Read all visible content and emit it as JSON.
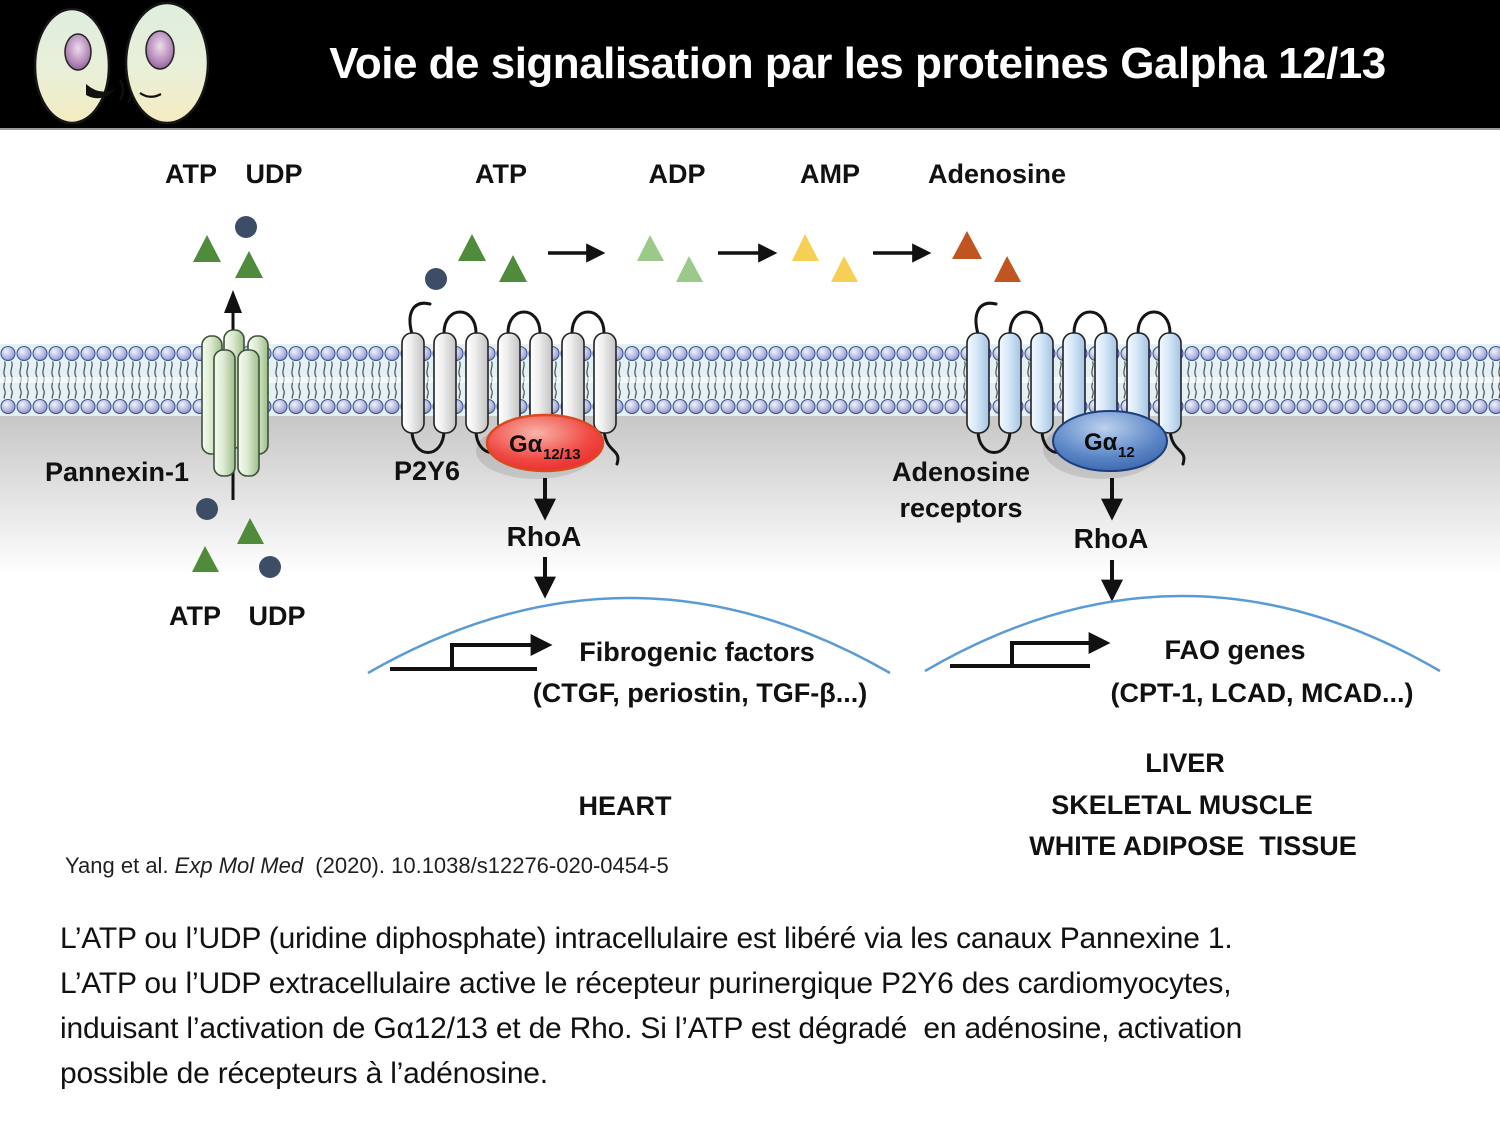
{
  "header": {
    "title": "Voie de signalisation par les proteines Galpha 12/13"
  },
  "diagram": {
    "labels": {
      "atp_top_left": "ATP",
      "udp_top_left": "UDP",
      "atp_top_mid": "ATP",
      "adp": "ADP",
      "amp": "AMP",
      "adenosine": "Adenosine",
      "pannexin": "Pannexin-1",
      "p2y6": "P2Y6",
      "adenosine_receptors_line1": "Adenosine",
      "adenosine_receptors_line2": "receptors",
      "galpha_left_main": "Gα",
      "galpha_left_sub": "12/13",
      "galpha_right_main": "Gα",
      "galpha_right_sub": "12",
      "rhoa_left": "RhoA",
      "rhoa_right": "RhoA",
      "fibrogenic_title": "Fibrogenic factors",
      "fibrogenic_genes": "(CTGF, periostin, TGF-β...)",
      "fao_title": "FAO genes",
      "fao_genes": "(CPT-1, LCAD, MCAD...)",
      "atp_bottom": "ATP",
      "udp_bottom": "UDP",
      "heart": "HEART",
      "liver": "LIVER",
      "skeletal_muscle": "SKELETAL MUSCLE",
      "white_adipose": "WHITE ADIPOSE  TISSUE"
    }
  },
  "colors": {
    "triangle_atp": "#4f8b3b",
    "triangle_adp": "#9cc98a",
    "triangle_amp": "#f6cf55",
    "triangle_adenosine": "#bf5622",
    "nucleotide_circle": "#3d4d66",
    "nucleus_arc": "#5b9bd5",
    "galpha_12_13_stroke": "#d94a1e",
    "galpha_12_stroke": "#1c3d7c",
    "header_bg": "#000000",
    "title_color": "#ffffff"
  },
  "citation": {
    "prefix": "Yang et al. ",
    "journal": "Exp Mol Med",
    "suffix": "  (2020). 10.1038/s12276-020-0454-5"
  },
  "caption": {
    "line1": "L’ATP ou l’UDP (uridine diphosphate) intracellulaire est libéré via les canaux Pannexine 1.",
    "line2": "L’ATP ou l’UDP extracellulaire active le récepteur purinergique P2Y6 des cardiomyocytes,",
    "line3": "induisant l’activation de Gα12/13 et de Rho. Si l’ATP est dégradé  en adénosine, activation",
    "line4": "possible de récepteurs à l’adénosine."
  }
}
